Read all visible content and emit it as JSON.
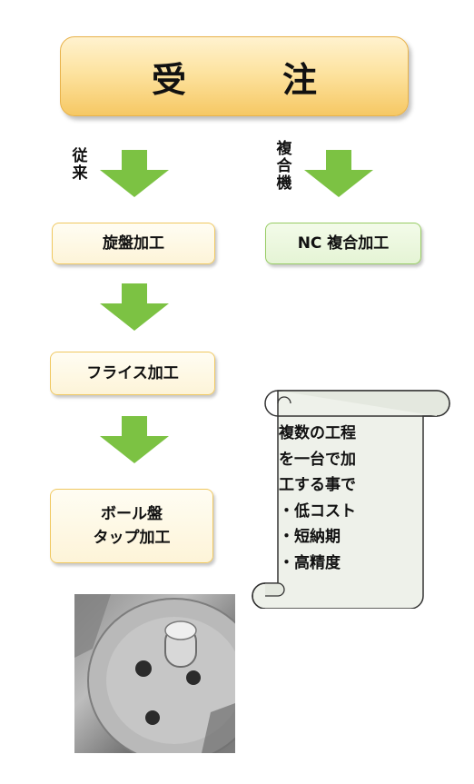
{
  "top_box": {
    "label": "受　注"
  },
  "branches": {
    "left_label": "従来",
    "right_label": "複合機"
  },
  "steps": {
    "lathe": "旋盤加工",
    "nc_combined": "NC 複合加工",
    "milling": "フライス加工",
    "drill_tap": "ボール盤\nタップ加工"
  },
  "scroll_note": {
    "text": "複数の工程\nを一台で加\n工する事で\n・低コスト\n・短納期\n・高精度"
  },
  "colors": {
    "arrow": "#7cc243",
    "top_box_fill": "#fde3a0",
    "yellow_box_border": "#f0c860",
    "green_box_border": "#97cc64",
    "scroll_fill": "#eef1ea"
  }
}
